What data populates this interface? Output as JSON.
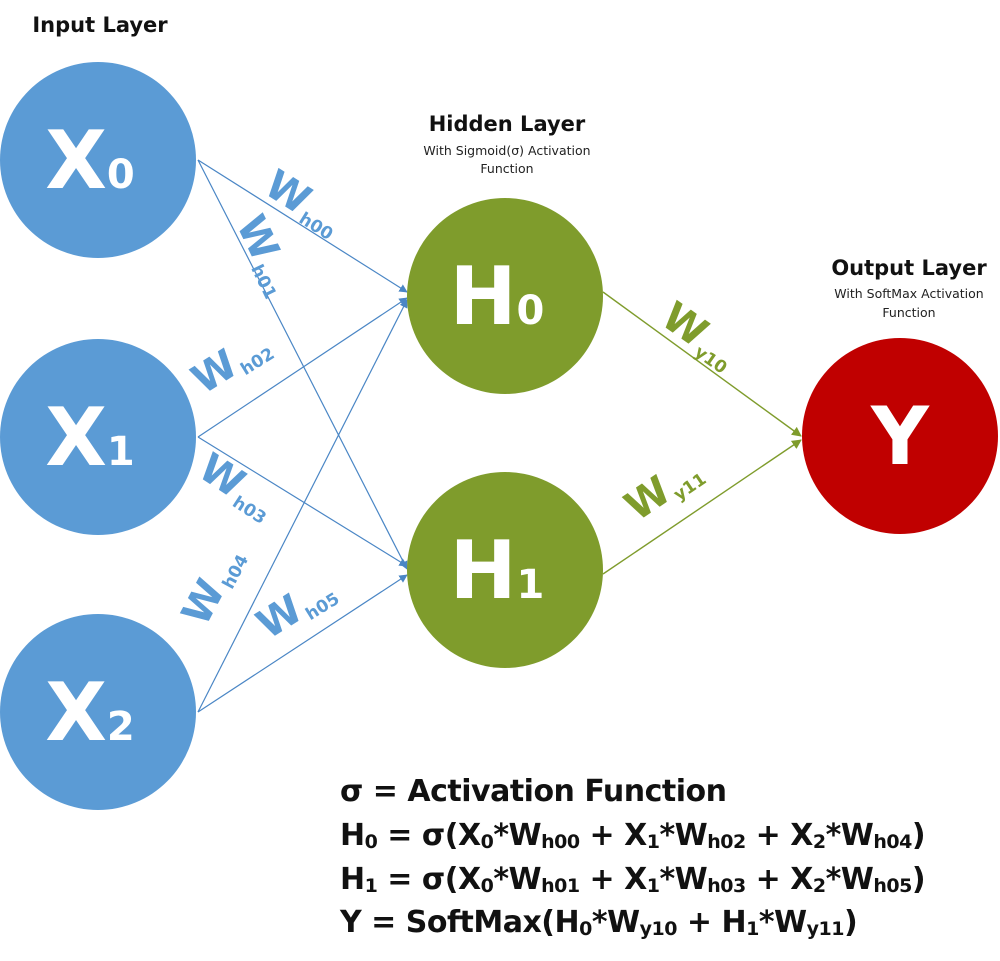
{
  "colors": {
    "input": "#5b9bd5",
    "hidden": "#7f9c2c",
    "output": "#c00000",
    "input_edge": "#4a86c5",
    "hidden_edge": "#7f9c2c",
    "text": "#111111"
  },
  "layers": {
    "input": {
      "title": "Input Layer"
    },
    "hidden": {
      "title": "Hidden Layer",
      "subtitle_line1": "With Sigmoid(σ) Activation",
      "subtitle_line2": "Function"
    },
    "output": {
      "title": "Output Layer",
      "subtitle_line1": "With SoftMax Activation",
      "subtitle_line2": "Function"
    }
  },
  "nodes": [
    {
      "id": "x0",
      "letter": "X",
      "sub": "0",
      "layer": "input"
    },
    {
      "id": "x1",
      "letter": "X",
      "sub": "1",
      "layer": "input"
    },
    {
      "id": "x2",
      "letter": "X",
      "sub": "2",
      "layer": "input"
    },
    {
      "id": "h0",
      "letter": "H",
      "sub": "0",
      "layer": "hidden"
    },
    {
      "id": "h1",
      "letter": "H",
      "sub": "1",
      "layer": "hidden"
    },
    {
      "id": "y",
      "letter": "Y",
      "sub": "",
      "layer": "output"
    }
  ],
  "edges": [
    {
      "from": "x0",
      "to": "h0",
      "w": "W",
      "sub": "h00"
    },
    {
      "from": "x0",
      "to": "h1",
      "w": "W",
      "sub": "h01"
    },
    {
      "from": "x1",
      "to": "h0",
      "w": "W",
      "sub": "h02"
    },
    {
      "from": "x1",
      "to": "h1",
      "w": "W",
      "sub": "h03"
    },
    {
      "from": "x2",
      "to": "h0",
      "w": "W",
      "sub": "h04"
    },
    {
      "from": "x2",
      "to": "h1",
      "w": "W",
      "sub": "h05"
    },
    {
      "from": "h0",
      "to": "y",
      "w": "W",
      "sub": "y10"
    },
    {
      "from": "h1",
      "to": "y",
      "w": "W",
      "sub": "y11"
    }
  ],
  "equations": {
    "line1": "σ = Activation Function",
    "line2": [
      {
        "t": "H"
      },
      {
        "s": "0"
      },
      {
        "t": " = σ(X"
      },
      {
        "s": "0"
      },
      {
        "t": "*W"
      },
      {
        "s": "h00"
      },
      {
        "t": " + X"
      },
      {
        "s": "1"
      },
      {
        "t": "*W"
      },
      {
        "s": "h02"
      },
      {
        "t": "  + X"
      },
      {
        "s": "2"
      },
      {
        "t": "*W"
      },
      {
        "s": "h04"
      },
      {
        "t": ")"
      }
    ],
    "line3": [
      {
        "t": "H"
      },
      {
        "s": "1"
      },
      {
        "t": " = σ(X"
      },
      {
        "s": "0"
      },
      {
        "t": "*W"
      },
      {
        "s": "h01"
      },
      {
        "t": " + X"
      },
      {
        "s": "1"
      },
      {
        "t": "*W"
      },
      {
        "s": "h03"
      },
      {
        "t": "  + X"
      },
      {
        "s": "2"
      },
      {
        "t": "*W"
      },
      {
        "s": "h05"
      },
      {
        "t": ")"
      }
    ],
    "line4": [
      {
        "t": "Y = SoftMax(H"
      },
      {
        "s": "0"
      },
      {
        "t": "*W"
      },
      {
        "s": "y10"
      },
      {
        "t": " + H"
      },
      {
        "s": "1"
      },
      {
        "t": "*W"
      },
      {
        "s": "y11"
      },
      {
        "t": ")"
      }
    ]
  }
}
